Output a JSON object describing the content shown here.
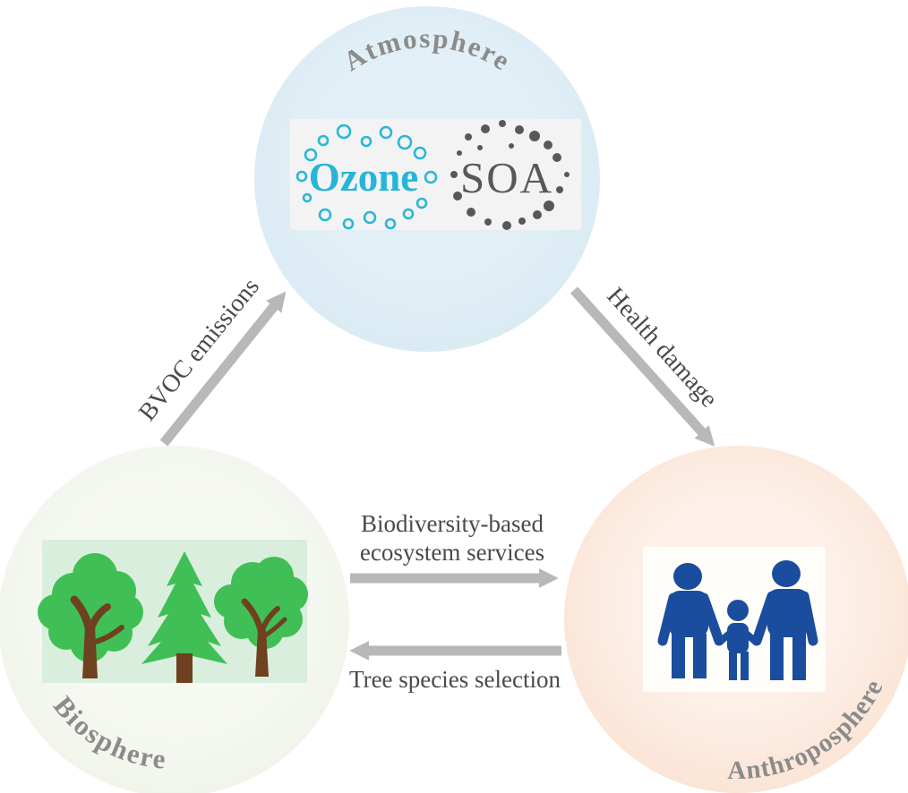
{
  "nodes": {
    "atmosphere": {
      "label": "Atmosphere",
      "fill": "#ddecf4",
      "label_color": "#8b8b8b"
    },
    "biosphere": {
      "label": "Biosphere",
      "fill": "#f3f7ee",
      "label_color": "#8b8b8b"
    },
    "anthroposphere": {
      "label": "Anthroposphere",
      "fill": "#fcebe0",
      "label_color": "#8b8b8b"
    }
  },
  "arrows": {
    "color": "#b8b8b8",
    "label_color": "#4a4a4a",
    "bvoc": {
      "label": "BVOC emissions",
      "direction": "biosphere to atmosphere"
    },
    "health": {
      "label": "Health damage",
      "direction": "atmosphere to anthroposphere"
    },
    "services": {
      "line1": "Biodiversity-based",
      "line2": "ecosystem services",
      "direction": "biosphere to anthroposphere"
    },
    "selection": {
      "label": "Tree species selection",
      "direction": "anthroposphere to biosphere"
    }
  },
  "atmosphere_content": {
    "panel_bg": "#f3f3f4",
    "ozone_label": "Ozone",
    "ozone_color": "#25b5d8",
    "ozone_icon": "ozone-bubbles-icon",
    "soa_label": "SOA",
    "soa_color": "#57585a",
    "soa_icon": "aerosol-particles-icon"
  },
  "biosphere_content": {
    "panel_bg": "#d9eedd",
    "icon": "three-trees-icon",
    "tree_green": "#3fbf55",
    "trunk_brown": "#6f4120"
  },
  "anthroposphere_content": {
    "panel_bg": "#fffdf9",
    "icon": "family-icon",
    "figure_blue": "#1b4d9e"
  }
}
